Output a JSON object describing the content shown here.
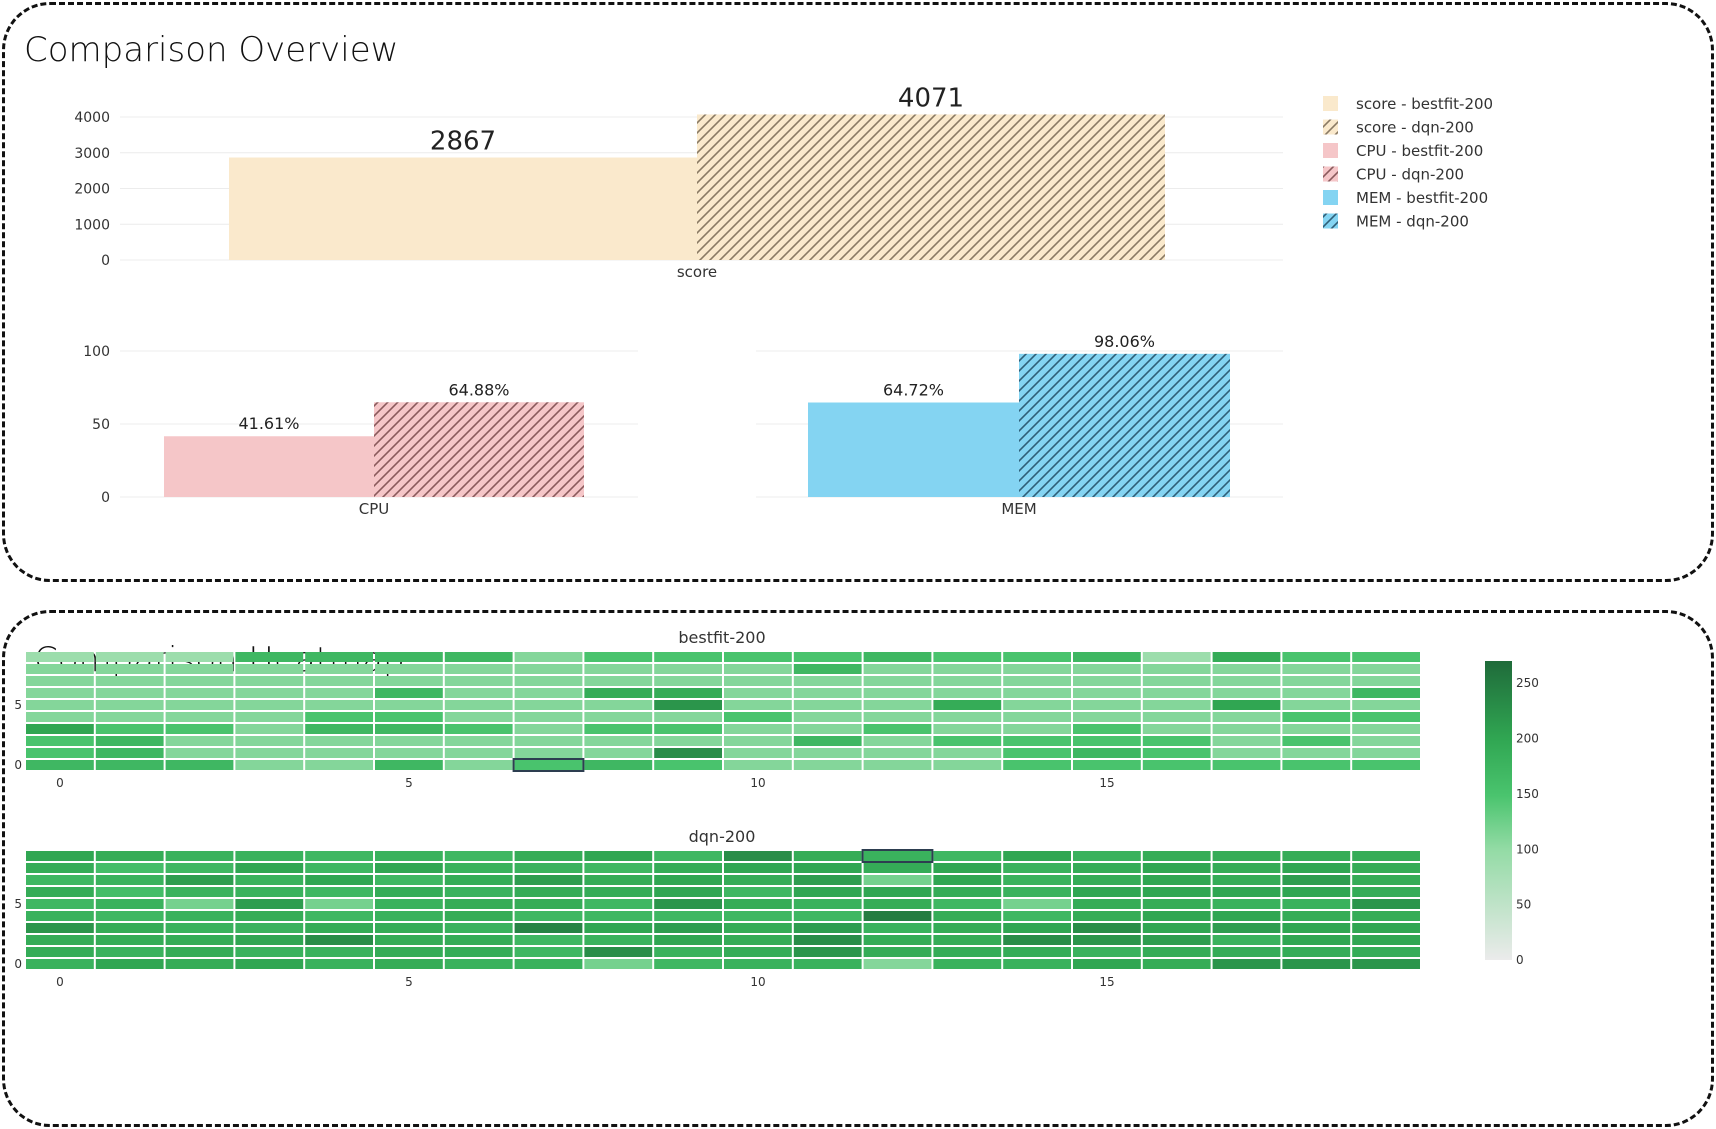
{
  "overview": {
    "title": "Comparison Overview"
  },
  "heatmap_panel": {
    "title": "Comparison Heatmap"
  },
  "colors": {
    "score": "#fae9cc",
    "score_stripe": "#8a7a64",
    "cpu": "#f5c6c8",
    "cpu_stripe": "#8a5a5c",
    "mem": "#84d4f2",
    "mem_stripe": "#2f5f78"
  },
  "chart_data": [
    {
      "type": "bar",
      "categories": [
        "score"
      ],
      "series": [
        {
          "name": "score - bestfit-200",
          "values": [
            2867
          ],
          "labels": [
            "2867"
          ]
        },
        {
          "name": "score - dqn-200",
          "values": [
            4071
          ],
          "labels": [
            "4071"
          ]
        }
      ],
      "ylim": [
        0,
        4000
      ],
      "yticks": [
        "0",
        "1000",
        "2000",
        "3000",
        "4000"
      ]
    },
    {
      "type": "bar",
      "categories": [
        "CPU"
      ],
      "series": [
        {
          "name": "CPU - bestfit-200",
          "values": [
            41.61
          ],
          "labels": [
            "41.61%"
          ]
        },
        {
          "name": "CPU - dqn-200",
          "values": [
            64.88
          ],
          "labels": [
            "64.88%"
          ]
        }
      ],
      "ylim": [
        0,
        100
      ],
      "yticks": [
        "0",
        "50",
        "100"
      ]
    },
    {
      "type": "bar",
      "categories": [
        "MEM"
      ],
      "series": [
        {
          "name": "MEM - bestfit-200",
          "values": [
            64.72
          ],
          "labels": [
            "64.72%"
          ]
        },
        {
          "name": "MEM - dqn-200",
          "values": [
            98.06
          ],
          "labels": [
            "98.06%"
          ]
        }
      ],
      "ylim": [
        0,
        100
      ]
    },
    {
      "type": "heatmap",
      "title": "bestfit-200",
      "xticks": [
        "0",
        "5",
        "10",
        "15"
      ],
      "yticks": [
        "0",
        "5"
      ],
      "zlim": [
        0,
        270
      ],
      "highlight": {
        "col": 7,
        "row": 0
      },
      "values": [
        [
          90,
          90,
          90,
          170,
          170,
          170,
          170,
          110,
          150,
          150,
          150,
          150,
          170,
          150,
          150,
          170,
          90,
          190,
          150,
          150
        ],
        [
          110,
          110,
          110,
          110,
          110,
          110,
          110,
          110,
          110,
          110,
          110,
          170,
          110,
          110,
          110,
          110,
          110,
          110,
          110,
          110
        ],
        [
          110,
          110,
          110,
          110,
          110,
          110,
          110,
          110,
          110,
          110,
          110,
          110,
          110,
          110,
          110,
          110,
          110,
          110,
          110,
          110
        ],
        [
          110,
          110,
          110,
          110,
          110,
          170,
          110,
          110,
          190,
          190,
          110,
          110,
          110,
          110,
          110,
          110,
          110,
          110,
          110,
          170
        ],
        [
          110,
          110,
          110,
          110,
          110,
          110,
          110,
          110,
          110,
          220,
          110,
          110,
          110,
          190,
          110,
          110,
          110,
          200,
          110,
          110
        ],
        [
          110,
          110,
          110,
          110,
          150,
          150,
          110,
          110,
          110,
          110,
          150,
          110,
          110,
          110,
          110,
          110,
          110,
          110,
          150,
          150
        ],
        [
          200,
          150,
          150,
          110,
          170,
          170,
          150,
          110,
          150,
          150,
          110,
          110,
          150,
          110,
          110,
          150,
          110,
          110,
          110,
          110
        ],
        [
          150,
          170,
          110,
          110,
          110,
          110,
          110,
          110,
          110,
          110,
          110,
          170,
          110,
          150,
          150,
          150,
          150,
          110,
          150,
          110
        ],
        [
          150,
          170,
          110,
          110,
          110,
          110,
          110,
          110,
          110,
          230,
          110,
          110,
          110,
          110,
          150,
          170,
          150,
          110,
          110,
          110
        ],
        [
          170,
          170,
          170,
          110,
          110,
          170,
          110,
          150,
          170,
          150,
          110,
          110,
          110,
          110,
          150,
          150,
          150,
          150,
          150,
          150
        ]
      ]
    },
    {
      "type": "heatmap",
      "title": "dqn-200",
      "xticks": [
        "0",
        "5",
        "10",
        "15"
      ],
      "yticks": [
        "0",
        "5"
      ],
      "zlim": [
        0,
        270
      ],
      "highlight": {
        "col": 12,
        "row": 9
      },
      "values": [
        [
          200,
          190,
          180,
          180,
          170,
          180,
          170,
          190,
          200,
          170,
          230,
          190,
          180,
          170,
          200,
          180,
          190,
          190,
          190,
          190
        ],
        [
          190,
          160,
          170,
          200,
          170,
          200,
          180,
          180,
          170,
          190,
          200,
          200,
          190,
          200,
          180,
          190,
          200,
          190,
          200,
          190
        ],
        [
          170,
          180,
          210,
          180,
          200,
          170,
          190,
          210,
          190,
          200,
          190,
          210,
          120,
          200,
          180,
          190,
          200,
          190,
          210,
          190
        ],
        [
          190,
          160,
          180,
          180,
          170,
          190,
          180,
          190,
          190,
          200,
          170,
          200,
          200,
          190,
          180,
          200,
          200,
          200,
          200,
          190
        ],
        [
          170,
          180,
          120,
          210,
          120,
          180,
          190,
          190,
          170,
          220,
          190,
          180,
          190,
          170,
          120,
          190,
          190,
          180,
          180,
          220
        ],
        [
          180,
          170,
          180,
          190,
          170,
          180,
          190,
          170,
          170,
          170,
          170,
          170,
          250,
          190,
          170,
          190,
          200,
          200,
          190,
          190
        ],
        [
          220,
          190,
          180,
          180,
          190,
          190,
          180,
          240,
          200,
          210,
          190,
          210,
          180,
          190,
          200,
          230,
          200,
          210,
          200,
          200
        ],
        [
          190,
          190,
          190,
          200,
          230,
          190,
          190,
          170,
          180,
          200,
          190,
          230,
          190,
          190,
          230,
          220,
          210,
          180,
          200,
          200
        ],
        [
          190,
          180,
          190,
          180,
          180,
          190,
          190,
          170,
          230,
          180,
          190,
          220,
          190,
          190,
          190,
          180,
          190,
          190,
          190,
          190
        ],
        [
          180,
          200,
          190,
          200,
          180,
          190,
          180,
          180,
          120,
          170,
          180,
          180,
          110,
          180,
          180,
          200,
          190,
          220,
          220,
          220
        ]
      ]
    }
  ],
  "colorbar": {
    "ticks": [
      "0",
      "50",
      "100",
      "150",
      "200",
      "250"
    ]
  }
}
